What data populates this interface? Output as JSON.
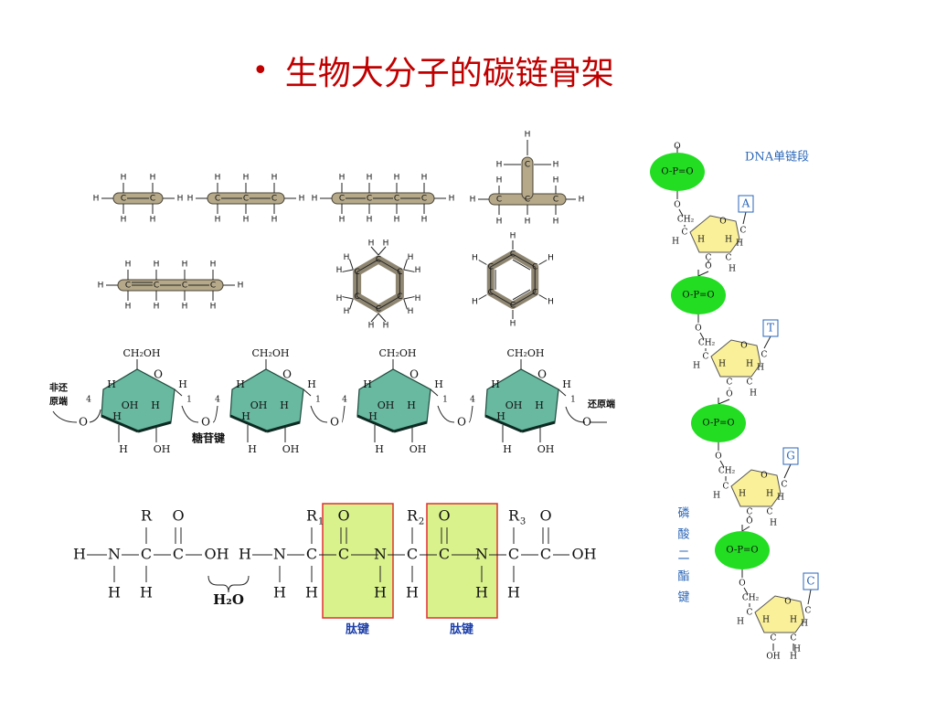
{
  "slide": {
    "bullet": "•",
    "title": "生物大分子的碳链骨架"
  },
  "atoms": {
    "h": "H",
    "c": "C",
    "o": "O",
    "p": "P",
    "n": "N"
  },
  "polysaccharide": {
    "ch2oh": "CH₂OH",
    "oh": "OH",
    "h": "H",
    "ring_o": "O",
    "bridge_o": "O",
    "n4": "4",
    "n1": "1",
    "nonreducing_end": [
      "非还",
      "原端"
    ],
    "reducing_end": "还原端",
    "glycosidic_bond": "糖苷键"
  },
  "peptide": {
    "h": "H",
    "n": "N",
    "c": "C",
    "o": "O",
    "oh": "OH",
    "r": "R",
    "r_sub": [
      "1",
      "2",
      "3"
    ],
    "water": "H₂O",
    "peptide_bond": "肽键"
  },
  "dna": {
    "title": "DNA单链段",
    "phosphate": "O-P=O",
    "ch2": "CH₂",
    "bases": [
      "A",
      "T",
      "G",
      "C"
    ],
    "bond_label": [
      "磷",
      "酸",
      "二",
      "酯",
      "键"
    ],
    "terminal_oh": "OH"
  },
  "colors": {
    "title": "#c00000",
    "peptide_highlight": "#d9f28c",
    "peptide_border": "#e03030",
    "sugar_ring": "#69b8a0",
    "phosphate": "#22dd22",
    "deoxyribose": "#fbf09a",
    "dna_label": "#2a66b8"
  }
}
